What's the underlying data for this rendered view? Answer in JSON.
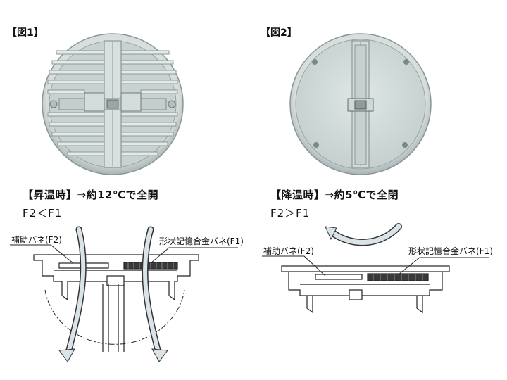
{
  "figure1": {
    "label": "【図1】",
    "caption": "【昇温時】⇒約12℃で全開",
    "formula": "F2＜F1",
    "label_assist_spring": "補助バネ(F2)",
    "label_sma_spring": "形状記憶合金バネ(F1)"
  },
  "figure2": {
    "label": "【図2】",
    "caption": "【降温時】⇒約5℃で全閉",
    "formula": "F2＞F1",
    "label_assist_spring": "補助バネ(F2)",
    "label_sma_spring": "形状記憶合金バネ(F1)"
  }
}
